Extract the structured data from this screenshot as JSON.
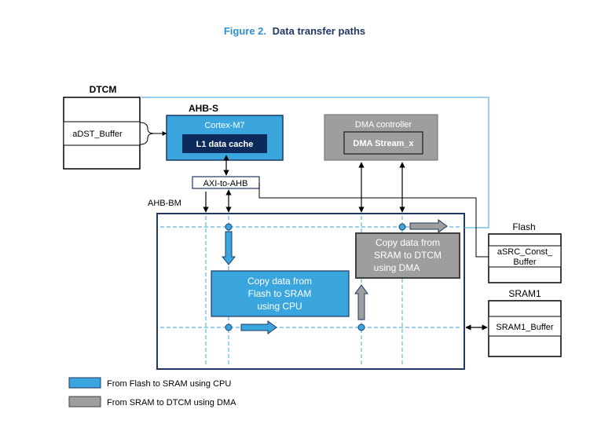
{
  "figure": {
    "number": "Figure 2.",
    "title": "Data transfer paths"
  },
  "dtcm": {
    "title": "DTCM",
    "buffer": "aDST_Buffer"
  },
  "ahb_s": {
    "label": "AHB-S"
  },
  "cortex": {
    "title": "Cortex-M7",
    "cache": "L1 data cache"
  },
  "dma": {
    "title": "DMA controller",
    "stream": "DMA Stream_x"
  },
  "bridge": {
    "label": "AXI-to-AHB"
  },
  "ahb_bm": {
    "label": "AHB-BM"
  },
  "cpu_copy": {
    "line1": "Copy data from",
    "line2": "Flash to SRAM",
    "line3": "using CPU"
  },
  "dma_copy": {
    "line1": "Copy data from",
    "line2": "SRAM to DTCM",
    "line3": "using DMA"
  },
  "flash": {
    "title": "Flash",
    "buffer_line1": "aSRC_Const_",
    "buffer_line2": "Buffer"
  },
  "sram1": {
    "title": "SRAM1",
    "buffer": "SRAM1_Buffer"
  },
  "legend": [
    {
      "label": "From Flash to SRAM using CPU",
      "color": "#3aa6dd"
    },
    {
      "label": "From SRAM to DTCM using DMA",
      "color": "#9e9e9e"
    }
  ],
  "colors": {
    "title_blue": "#2f8fd1",
    "cpu_blue": "#3aa6dd",
    "cache_navy": "#0c2a5c",
    "dma_gray": "#9e9e9e",
    "frame_navy": "#1f3864",
    "bus_line_blue": "#5fb3e0"
  }
}
